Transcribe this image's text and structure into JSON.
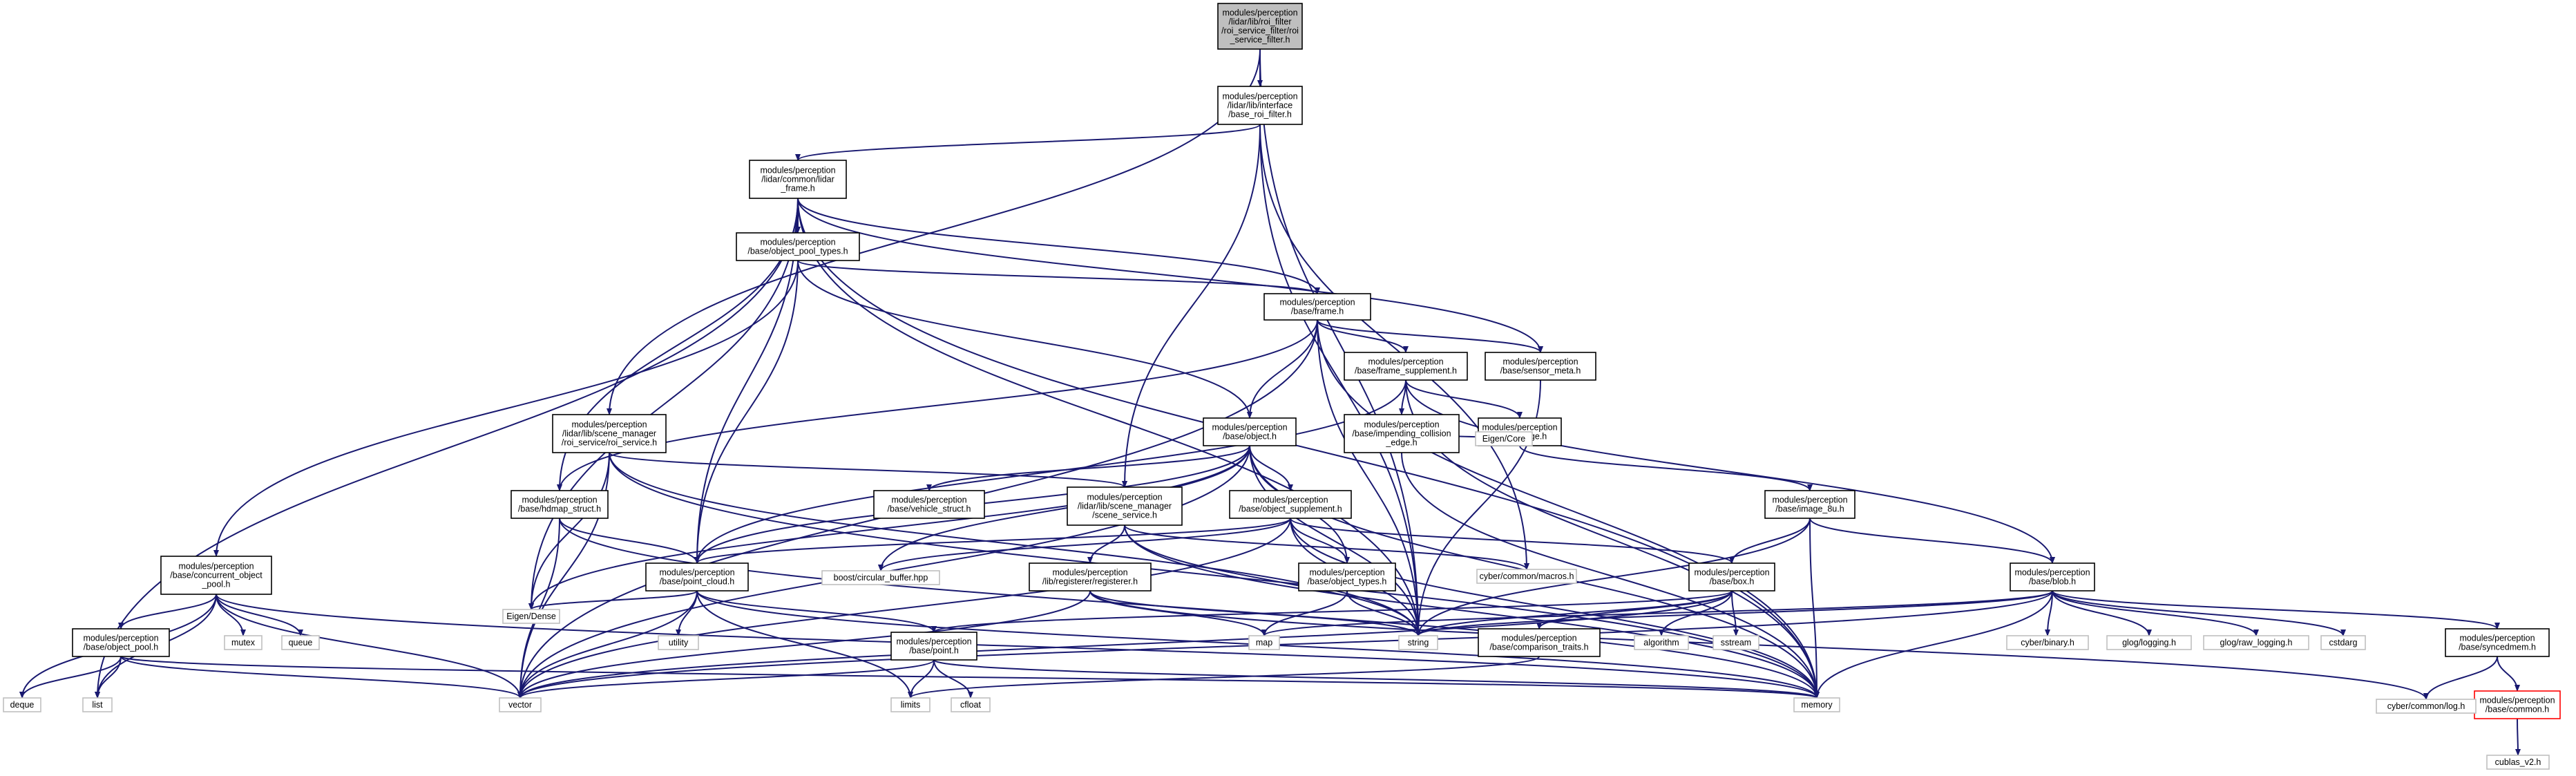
{
  "graph_title": "",
  "colors": {
    "edge": "#191970",
    "node_border": "#000000",
    "external_border": "#bfbfbf",
    "root_fill": "#bfbfbf",
    "highlight_border": "#ff0000"
  },
  "nodes": {
    "roi_service_filter": [
      "modules/perception",
      "/lidar/lib/roi_filter",
      "/roi_service_filter/roi",
      "_service_filter.h"
    ],
    "base_roi_filter": [
      "modules/perception",
      "/lidar/lib/interface",
      "/base_roi_filter.h"
    ],
    "lidar_frame": [
      "modules/perception",
      "/lidar/common/lidar",
      "_frame.h"
    ],
    "object_pool_types": [
      "modules/perception",
      "/base/object_pool_types.h"
    ],
    "frame": [
      "modules/perception",
      "/base/frame.h"
    ],
    "frame_supplement": [
      "modules/perception",
      "/base/frame_supplement.h"
    ],
    "sensor_meta": [
      "modules/perception",
      "/base/sensor_meta.h"
    ],
    "roi_service": [
      "modules/perception",
      "/lidar/lib/scene_manager",
      "/roi_service/roi_service.h"
    ],
    "object": [
      "modules/perception",
      "/base/object.h"
    ],
    "impending_collision_edge": [
      "modules/perception",
      "/base/impending_collision",
      "_edge.h"
    ],
    "image": [
      "modules/perception",
      "/base/image.h"
    ],
    "hdmap_struct": [
      "modules/perception",
      "/base/hdmap_struct.h"
    ],
    "vehicle_struct": [
      "modules/perception",
      "/base/vehicle_struct.h"
    ],
    "scene_service": [
      "modules/perception",
      "/lidar/lib/scene_manager",
      "/scene_service.h"
    ],
    "object_supplement": [
      "modules/perception",
      "/base/object_supplement.h"
    ],
    "image_8u": [
      "modules/perception",
      "/base/image_8u.h"
    ],
    "concurrent_object_pool": [
      "modules/perception",
      "/base/concurrent_object",
      "_pool.h"
    ],
    "point_cloud": [
      "modules/perception",
      "/base/point_cloud.h"
    ],
    "registerer": [
      "modules/perception",
      "/lib/registerer/registerer.h"
    ],
    "object_types": [
      "modules/perception",
      "/base/object_types.h"
    ],
    "box": [
      "modules/perception",
      "/base/box.h"
    ],
    "blob": [
      "modules/perception",
      "/base/blob.h"
    ],
    "object_pool": [
      "modules/perception",
      "/base/object_pool.h"
    ],
    "point": [
      "modules/perception",
      "/base/point.h"
    ],
    "comparison_traits": [
      "modules/perception",
      "/base/comparison_traits.h"
    ],
    "syncedmem": [
      "modules/perception",
      "/base/syncedmem.h"
    ],
    "common_h": [
      "modules/perception",
      "/base/common.h"
    ],
    "eigen_core": [
      "Eigen/Core"
    ],
    "cyber_macros": [
      "cyber/common/macros.h"
    ],
    "boost_circular": [
      "boost/circular_buffer.hpp"
    ],
    "eigen_dense": [
      "Eigen/Dense"
    ],
    "utility": [
      "utility"
    ],
    "mutex": [
      "mutex"
    ],
    "queue": [
      "queue"
    ],
    "deque": [
      "deque"
    ],
    "list": [
      "list"
    ],
    "vector": [
      "vector"
    ],
    "limits": [
      "limits"
    ],
    "cfloat": [
      "cfloat"
    ],
    "memory": [
      "memory"
    ],
    "map": [
      "map"
    ],
    "string": [
      "string"
    ],
    "algorithm": [
      "algorithm"
    ],
    "sstream": [
      "sstream"
    ],
    "cyber_binary": [
      "cyber/binary.h"
    ],
    "glog_logging": [
      "glog/logging.h"
    ],
    "glog_raw_logging": [
      "glog/raw_logging.h"
    ],
    "cstdarg": [
      "cstdarg"
    ],
    "cyber_log": [
      "cyber/common/log.h"
    ],
    "cublas": [
      "cublas_v2.h"
    ]
  }
}
